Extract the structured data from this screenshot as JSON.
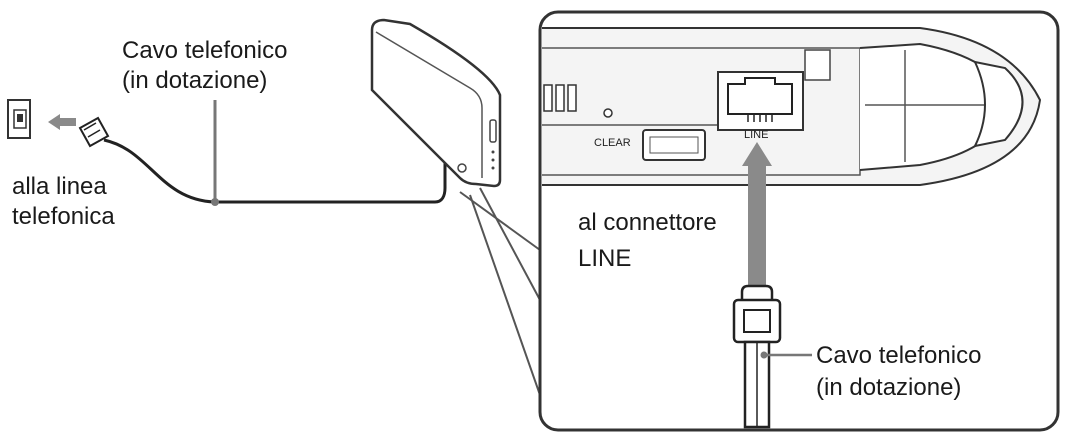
{
  "labels": {
    "cable_top_line1": "Cavo telefonico",
    "cable_top_line2": "(in dotazione)",
    "phone_line_line1": "alla linea",
    "phone_line_line2": "telefonica",
    "line_connector_line1": "al connettore",
    "line_connector_line2": "LINE",
    "cable_bottom_line1": "Cavo telefonico",
    "cable_bottom_line2": "(in dotazione)"
  },
  "panel_labels": {
    "clear": "CLEAR",
    "line": "LINE"
  },
  "icons": {
    "wall_jack": "wall-jack-icon",
    "plug": "rj11-plug-icon",
    "base_station": "base-station-icon"
  },
  "colors": {
    "line": "#333333",
    "arrow": "#8a8a8a",
    "panel_fill": "#f4f4f4"
  }
}
